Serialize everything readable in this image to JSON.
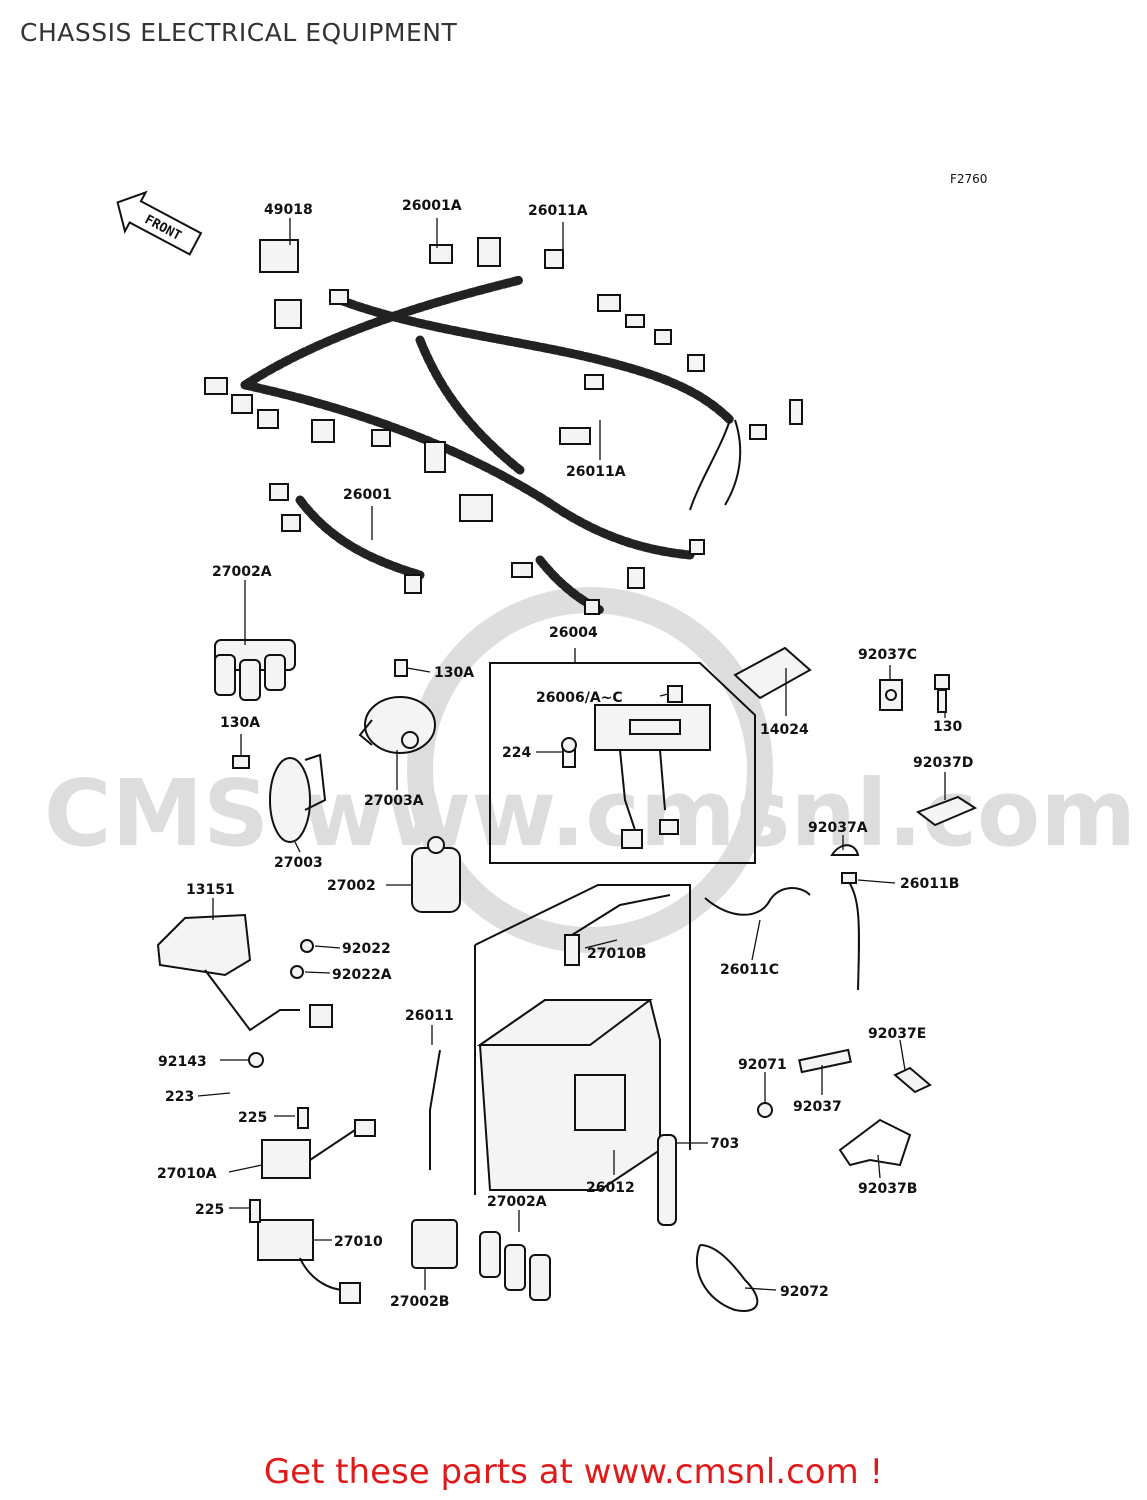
{
  "page": {
    "title": "CHASSIS ELECTRICAL EQUIPMENT",
    "footer": "Get these parts at www.cmsnl.com !"
  },
  "diagram": {
    "figure_ref": "F2760",
    "front_label": "FRONT",
    "watermark": "CMS www.cmsnl.com",
    "parts": [
      {
        "id": "49018",
        "label": "49018"
      },
      {
        "id": "26001A",
        "label": "26001A"
      },
      {
        "id": "26011A-top",
        "label": "26011A"
      },
      {
        "id": "26011A-mid",
        "label": "26011A"
      },
      {
        "id": "26001",
        "label": "26001"
      },
      {
        "id": "27002A-top",
        "label": "27002A"
      },
      {
        "id": "26004",
        "label": "26004"
      },
      {
        "id": "130A-top",
        "label": "130A"
      },
      {
        "id": "92037C",
        "label": "92037C"
      },
      {
        "id": "26006",
        "label": "26006/A~C"
      },
      {
        "id": "14024",
        "label": "14024"
      },
      {
        "id": "130",
        "label": "130"
      },
      {
        "id": "130A-left",
        "label": "130A"
      },
      {
        "id": "224",
        "label": "224"
      },
      {
        "id": "92037D",
        "label": "92037D"
      },
      {
        "id": "27003A",
        "label": "27003A"
      },
      {
        "id": "92037A",
        "label": "92037A"
      },
      {
        "id": "27003",
        "label": "27003"
      },
      {
        "id": "27002",
        "label": "27002"
      },
      {
        "id": "26011B",
        "label": "26011B"
      },
      {
        "id": "13151",
        "label": "13151"
      },
      {
        "id": "27010B",
        "label": "27010B"
      },
      {
        "id": "92022",
        "label": "92022"
      },
      {
        "id": "26011C",
        "label": "26011C"
      },
      {
        "id": "92022A",
        "label": "92022A"
      },
      {
        "id": "26011",
        "label": "26011"
      },
      {
        "id": "92037E",
        "label": "92037E"
      },
      {
        "id": "92143",
        "label": "92143"
      },
      {
        "id": "92071",
        "label": "92071"
      },
      {
        "id": "223",
        "label": "223"
      },
      {
        "id": "92037",
        "label": "92037"
      },
      {
        "id": "225-top",
        "label": "225"
      },
      {
        "id": "703",
        "label": "703"
      },
      {
        "id": "27010A",
        "label": "27010A"
      },
      {
        "id": "26012",
        "label": "26012"
      },
      {
        "id": "92037B",
        "label": "92037B"
      },
      {
        "id": "225-bottom",
        "label": "225"
      },
      {
        "id": "27002A-bottom",
        "label": "27002A"
      },
      {
        "id": "27010",
        "label": "27010"
      },
      {
        "id": "92072",
        "label": "92072"
      },
      {
        "id": "27002B",
        "label": "27002B"
      }
    ]
  }
}
